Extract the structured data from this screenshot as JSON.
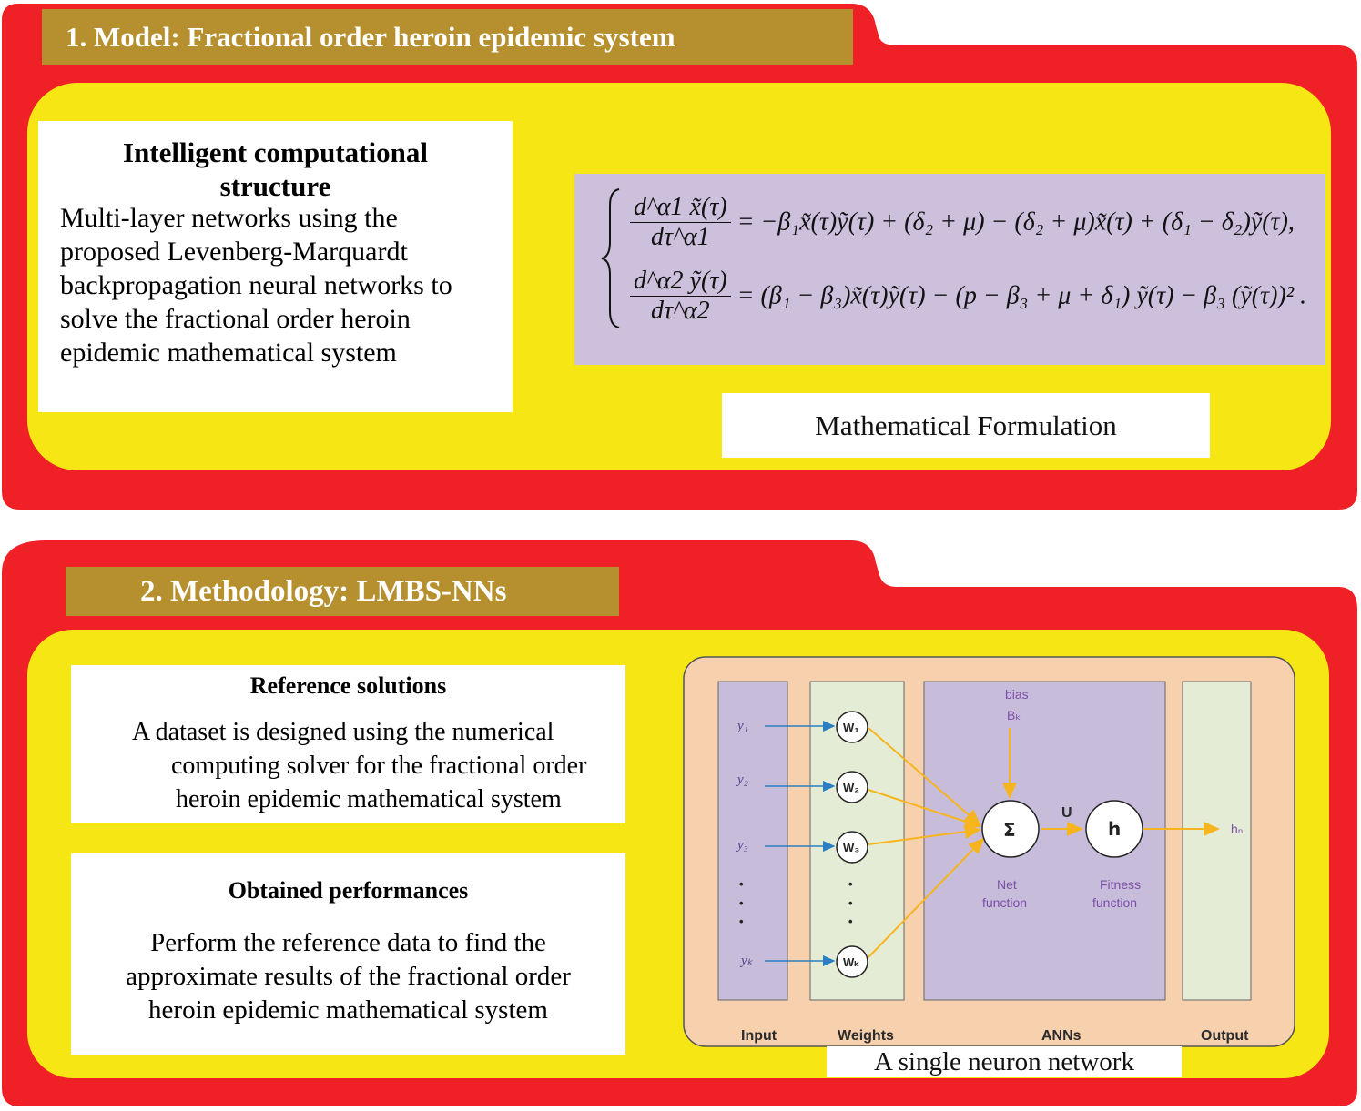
{
  "colors": {
    "frame_red": "#ef2127",
    "panel_yellow": "#f5e614",
    "title_gold": "#b68f2e",
    "equation_lavender": "#cdc0dc",
    "nn_background": "#f7d0ad",
    "nn_column_purple": "#c7bddb",
    "nn_column_green": "#e4ecd6",
    "connection_orange": "#f6b51f",
    "input_arrow_blue": "#2b7fc1"
  },
  "model": {
    "title": "1. Model: Fractional order heroin epidemic system",
    "structure_heading_line1": "Intelligent computational",
    "structure_heading_line2": "structure",
    "structure_text": "Multi-layer networks using the proposed Levenberg-Marquardt backpropagation neural networks to solve the fractional order heroin epidemic mathematical system",
    "equation1_lhs_num": "d^α1 x̃(τ)",
    "equation1_lhs_den": "dτ^α1",
    "equation1_rhs": "= −β₁x̃(τ)ỹ(τ) + (δ₂ + μ) − (δ₂ + μ)x̃(τ) + (δ₁ − δ₂)ỹ(τ),",
    "equation2_lhs_num": "d^α2 ỹ(τ)",
    "equation2_lhs_den": "dτ^α2",
    "equation2_rhs": "= (β₁ − β₃)x̃(τ)ỹ(τ) − (p − β₃ + μ + δ₁) ỹ(τ) − β₃ (ỹ(τ))² .",
    "formulation_caption": "Mathematical Formulation"
  },
  "methodology": {
    "title": "2. Methodology: LMBS-NNs",
    "reference_heading": "Reference solutions",
    "reference_line1": "A dataset is designed using the numerical",
    "reference_line2": "computing solver for the fractional order",
    "reference_line3": "heroin epidemic mathematical system",
    "performance_heading": "Obtained performances",
    "performance_line1": "Perform the reference data to find the",
    "performance_line2": "approximate results of the fractional order",
    "performance_line3": "heroin epidemic mathematical system",
    "network_caption": "A single neuron network"
  },
  "neural_network": {
    "inputs": [
      "y₁",
      "y₂",
      "y₃",
      "yₖ"
    ],
    "weights": [
      "W₁",
      "W₂",
      "W₃",
      "Wₖ"
    ],
    "ellipsis": "•",
    "bias_label": "bias",
    "bias_symbol": "Bₖ",
    "sum_symbol": "Σ",
    "u_label": "U",
    "h_symbol": "h",
    "output_symbol": "hₙ",
    "net_function_line1": "Net",
    "net_function_line2": "function",
    "fitness_function_line1": "Fitness",
    "fitness_function_line2": "function",
    "column_labels": {
      "input": "Input",
      "weights": "Weights",
      "anns": "ANNs",
      "output": "Output"
    }
  }
}
